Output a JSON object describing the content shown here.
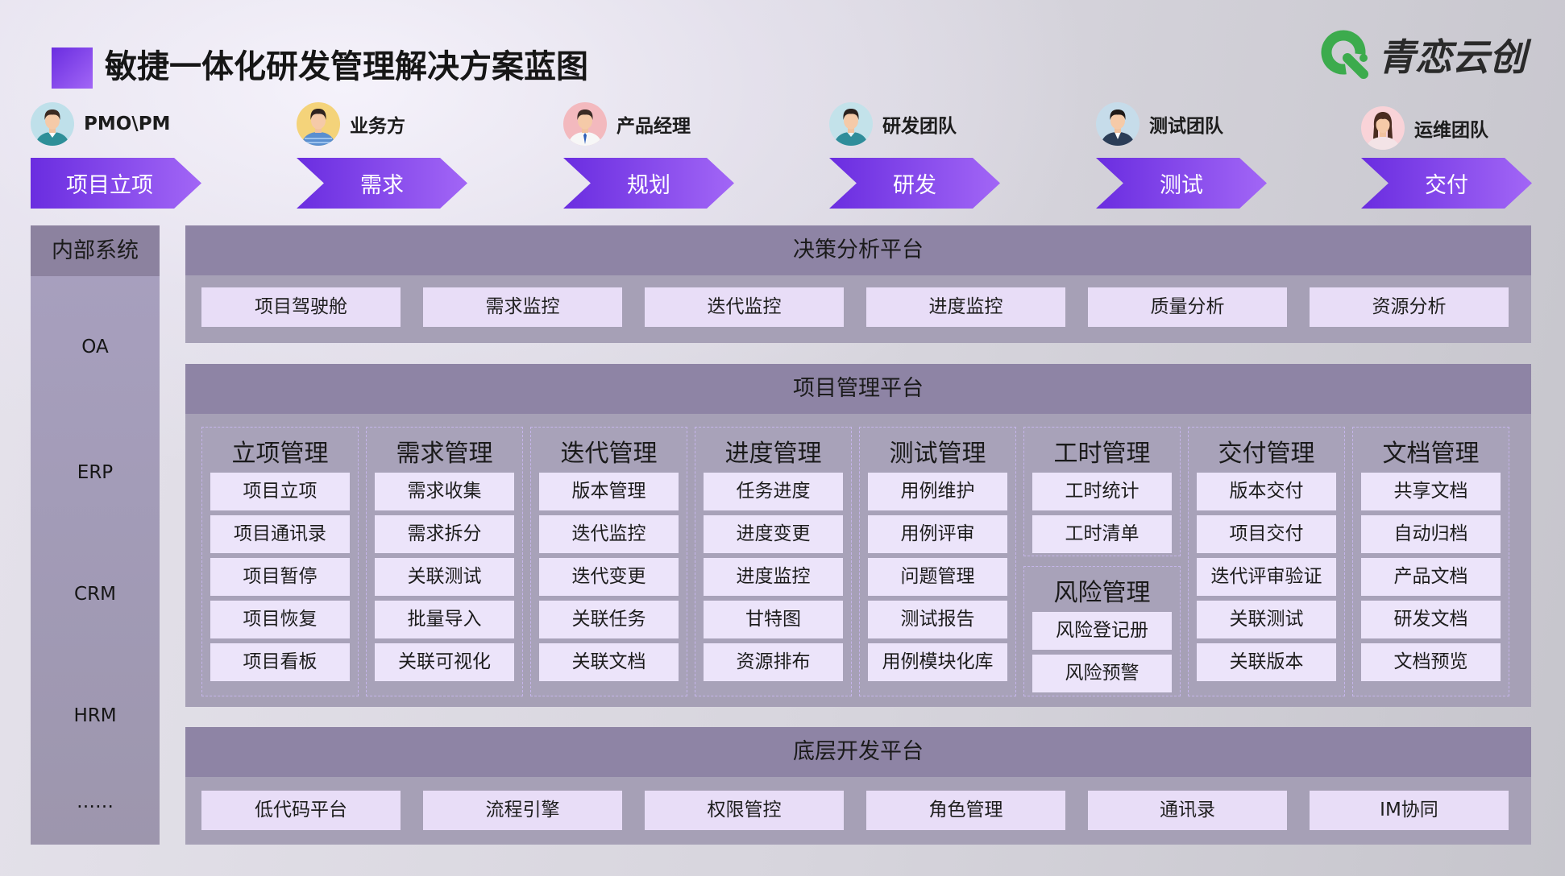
{
  "title": "敏捷一体化研发管理解决方案蓝图",
  "logo": {
    "text": "青恋云创",
    "icon": "q-logo-icon"
  },
  "personas": [
    {
      "label": "PMO\\PM",
      "icon": "pmo-pm-avatar-icon"
    },
    {
      "label": "业务方",
      "icon": "business-avatar-icon"
    },
    {
      "label": "产品经理",
      "icon": "product-manager-avatar-icon"
    },
    {
      "label": "研发团队",
      "icon": "dev-team-avatar-icon"
    },
    {
      "label": "测试团队",
      "icon": "test-team-avatar-icon"
    },
    {
      "label": "运维团队",
      "icon": "ops-team-avatar-icon"
    }
  ],
  "phases": [
    {
      "label": "项目立项"
    },
    {
      "label": "需求"
    },
    {
      "label": "规划"
    },
    {
      "label": "研发"
    },
    {
      "label": "测试"
    },
    {
      "label": "交付"
    }
  ],
  "internal_systems": {
    "title": "内部系统",
    "items": [
      "OA",
      "ERP",
      "CRM",
      "HRM",
      "……"
    ]
  },
  "decision_platform": {
    "title": "决策分析平台",
    "items": [
      "项目驾驶舱",
      "需求监控",
      "迭代监控",
      "进度监控",
      "质量分析",
      "资源分析"
    ]
  },
  "project_platform": {
    "title": "项目管理平台",
    "groups": [
      {
        "title": "立项管理",
        "items": [
          "项目立项",
          "项目通讯录",
          "项目暂停",
          "项目恢复",
          "项目看板"
        ]
      },
      {
        "title": "需求管理",
        "items": [
          "需求收集",
          "需求拆分",
          "关联测试",
          "批量导入",
          "关联可视化"
        ]
      },
      {
        "title": "迭代管理",
        "items": [
          "版本管理",
          "迭代监控",
          "迭代变更",
          "关联任务",
          "关联文档"
        ]
      },
      {
        "title": "进度管理",
        "items": [
          "任务进度",
          "进度变更",
          "进度监控",
          "甘特图",
          "资源排布"
        ]
      },
      {
        "title": "测试管理",
        "items": [
          "用例维护",
          "用例评审",
          "问题管理",
          "测试报告",
          "用例模块化库"
        ]
      },
      {
        "title": "工时管理",
        "items": [
          "工时统计",
          "工时清单"
        ]
      },
      {
        "title": "交付管理",
        "items": [
          "版本交付",
          "项目交付",
          "迭代评审验证",
          "关联测试",
          "关联版本"
        ]
      },
      {
        "title": "文档管理",
        "items": [
          "共享文档",
          "自动归档",
          "产品文档",
          "研发文档",
          "文档预览"
        ]
      }
    ],
    "risk_group": {
      "title": "风险管理",
      "items": [
        "风险登记册",
        "风险预警"
      ]
    }
  },
  "base_platform": {
    "title": "底层开发平台",
    "items": [
      "低代码平台",
      "流程引擎",
      "权限管控",
      "角色管理",
      "通讯录",
      "IM协同"
    ]
  },
  "colors": {
    "phase_start": "#6a2de0",
    "phase_end": "#a266f6",
    "logo_green": "#3cab4d"
  }
}
